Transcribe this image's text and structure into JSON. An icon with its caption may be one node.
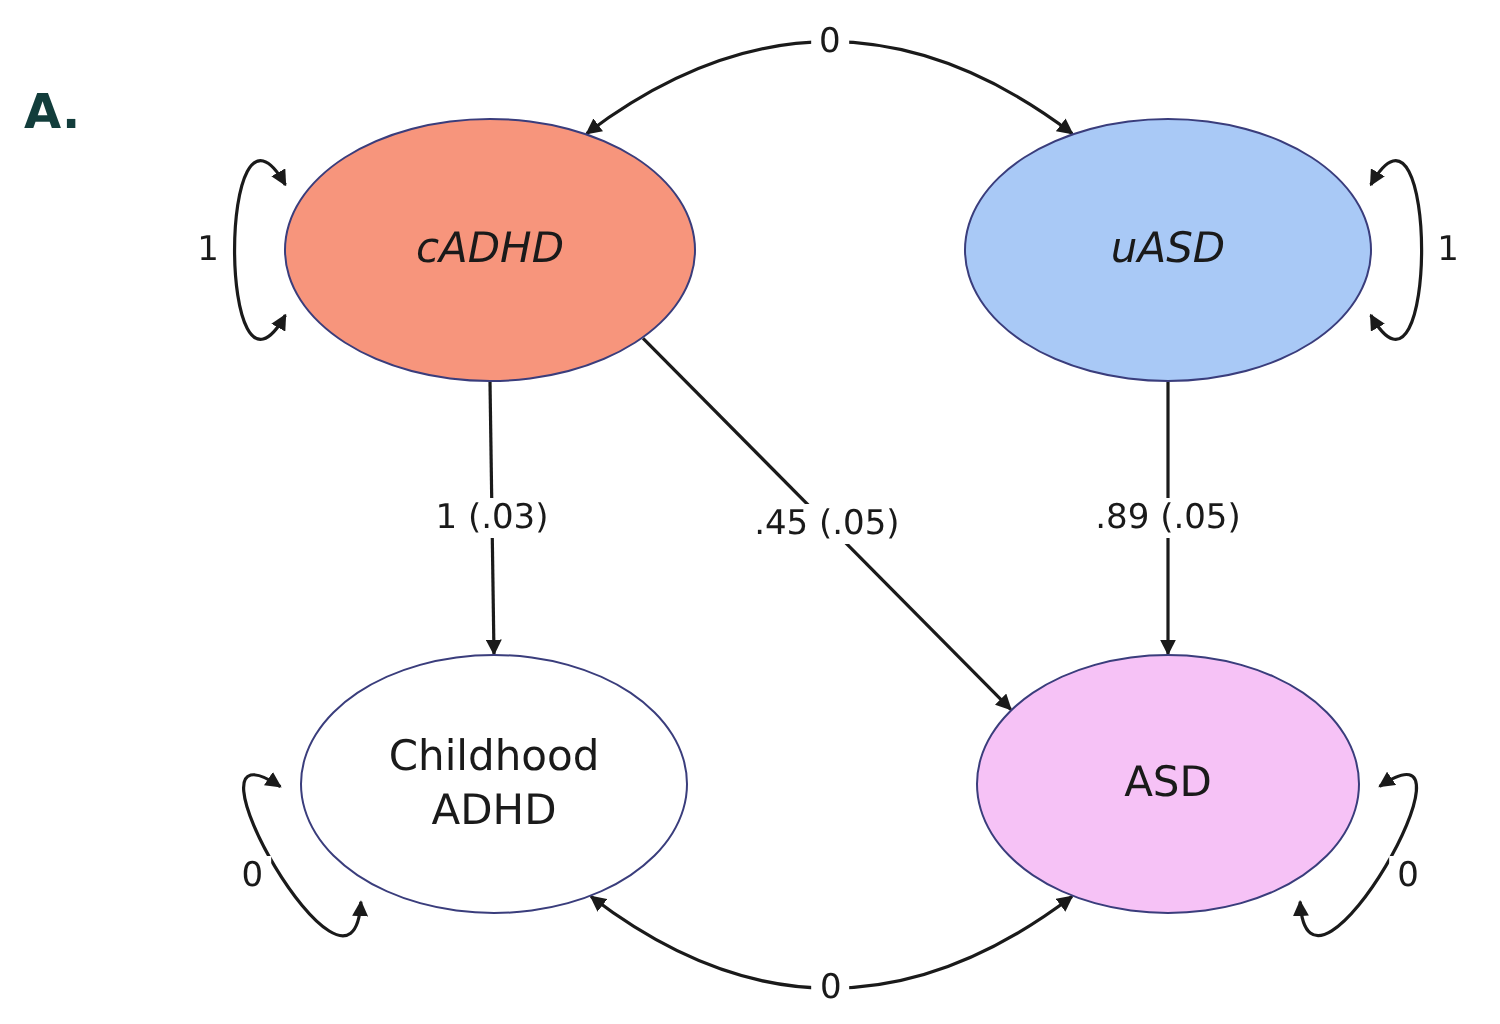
{
  "diagram": {
    "nodes": [
      {
        "text": [
          "cADHD"
        ]
      },
      {
        "text": [
          "uASD"
        ]
      },
      {
        "text": [
          "Childhood ADHD"
        ]
      },
      {
        "text": [
          "ASD"
        ]
      }
    ],
    "edges": [
      {
        "from": 0,
        "to": 1,
        "arrow": "both",
        "label": "0"
      },
      {
        "from": 0,
        "to": 0,
        "arrow": "both",
        "label": "1"
      },
      {
        "from": 1,
        "to": 1,
        "arrow": "both",
        "label": "1"
      },
      {
        "from": 0,
        "to": 2,
        "arrow": "to",
        "label": "1 (.03)"
      },
      {
        "from": 0,
        "to": 3,
        "arrow": "to",
        "label": ".45 (.05)"
      },
      {
        "from": 1,
        "to": 3,
        "arrow": "to",
        "label": ".89 (.05)"
      },
      {
        "from": 2,
        "to": 2,
        "arrow": "both",
        "label": "0"
      },
      {
        "from": 3,
        "to": 3,
        "arrow": "both",
        "label": "0"
      },
      {
        "from": 2,
        "to": 3,
        "arrow": "both",
        "label": "0"
      }
    ],
    "labels": [
      "A."
    ]
  }
}
